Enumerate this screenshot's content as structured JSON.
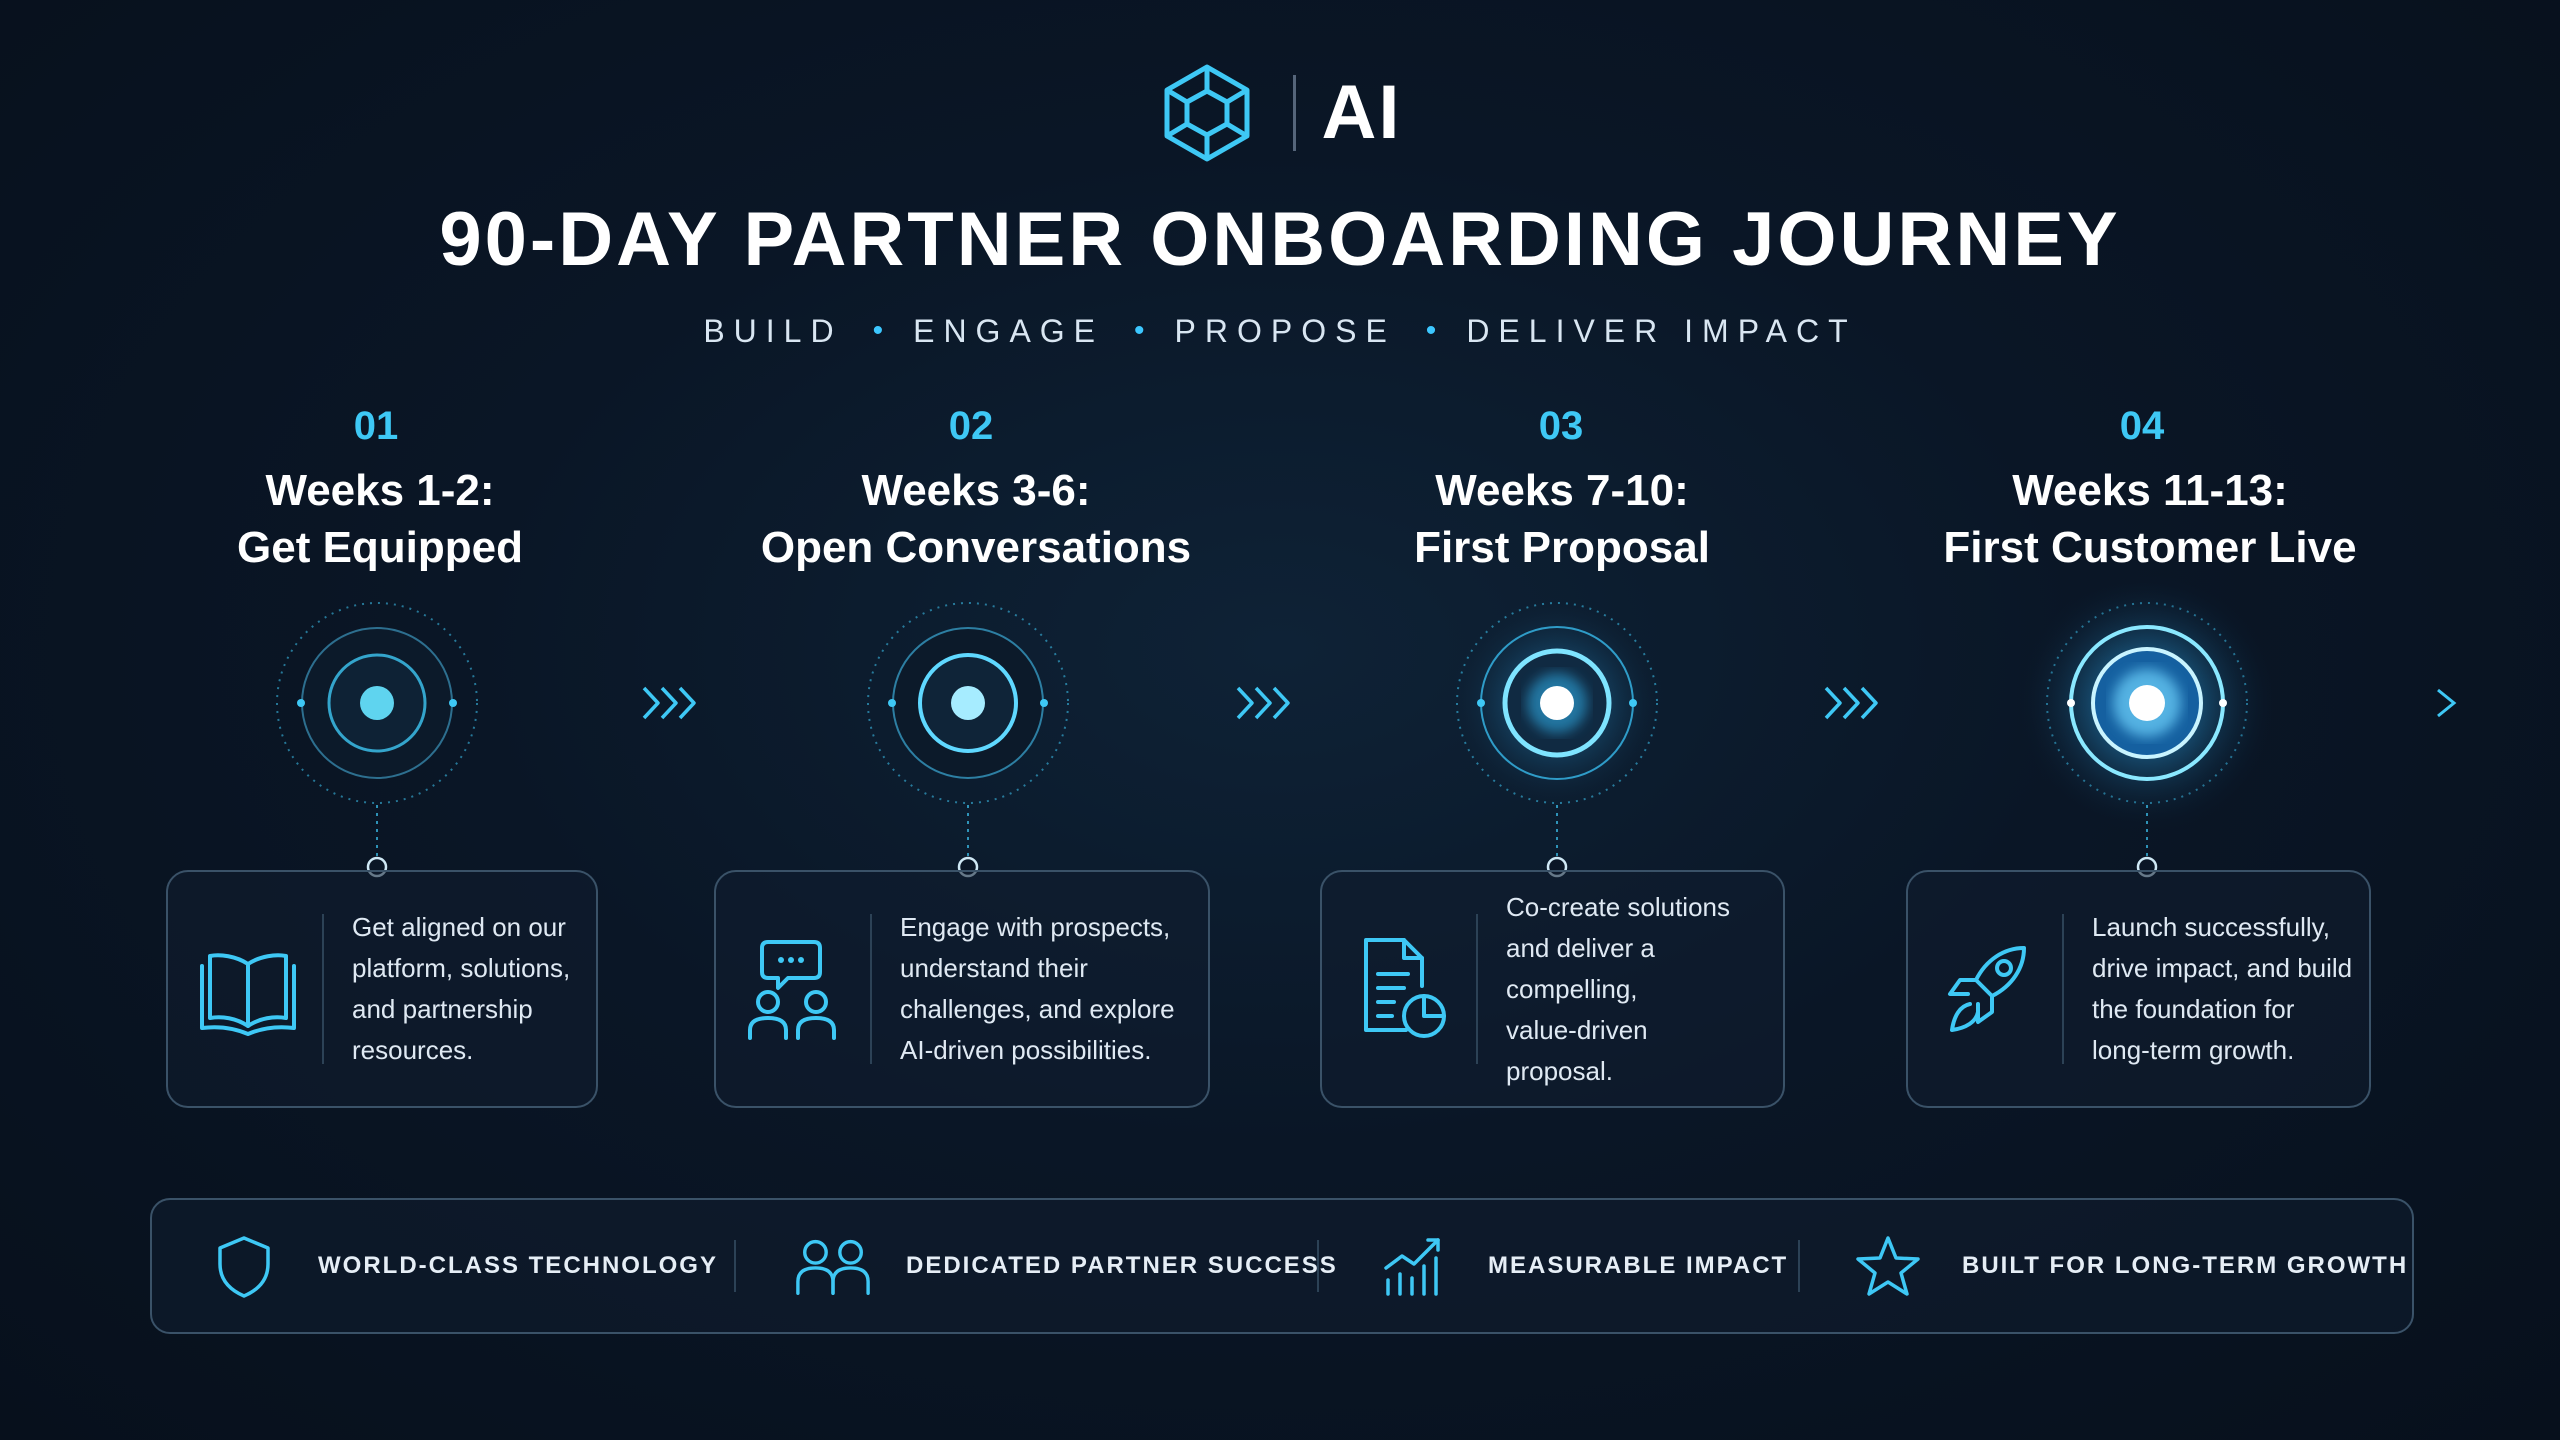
{
  "header": {
    "logo_text": "AI",
    "title": "90-DAY PARTNER ONBOARDING JOURNEY",
    "pillars": [
      "BUILD",
      "ENGAGE",
      "PROPOSE",
      "DELIVER IMPACT"
    ]
  },
  "steps": [
    {
      "number": "01",
      "title_line1": "Weeks 1-2:",
      "title_line2": "Get Equipped",
      "icon": "open-book-icon",
      "description": [
        "Get aligned on our",
        "platform, solutions,",
        "and partnership",
        "resources."
      ]
    },
    {
      "number": "02",
      "title_line1": "Weeks 3-6:",
      "title_line2": "Open Conversations",
      "icon": "conversation-people-icon",
      "description": [
        "Engage with prospects,",
        "understand their",
        "challenges, and explore",
        "AI-driven possibilities."
      ]
    },
    {
      "number": "03",
      "title_line1": "Weeks 7-10:",
      "title_line2": "First Proposal",
      "icon": "document-chart-icon",
      "description": [
        "Co-create solutions",
        "and deliver a compelling,",
        "value-driven",
        "proposal."
      ]
    },
    {
      "number": "04",
      "title_line1": "Weeks 11-13:",
      "title_line2": "First Customer Live",
      "icon": "rocket-icon",
      "description": [
        "Launch successfully,",
        "drive impact, and build",
        "the foundation for",
        "long-term growth."
      ]
    }
  ],
  "features": [
    {
      "label": "WORLD-CLASS TECHNOLOGY",
      "icon": "shield-icon"
    },
    {
      "label": "DEDICATED PARTNER SUCCESS",
      "icon": "team-icon"
    },
    {
      "label": "MEASURABLE IMPACT",
      "icon": "growth-chart-icon"
    },
    {
      "label": "BUILT FOR LONG-TERM GROWTH",
      "icon": "star-icon"
    }
  ],
  "colors": {
    "accent": "#3ec8f5",
    "background": "#0a1626",
    "card_border": "#3a5268"
  }
}
